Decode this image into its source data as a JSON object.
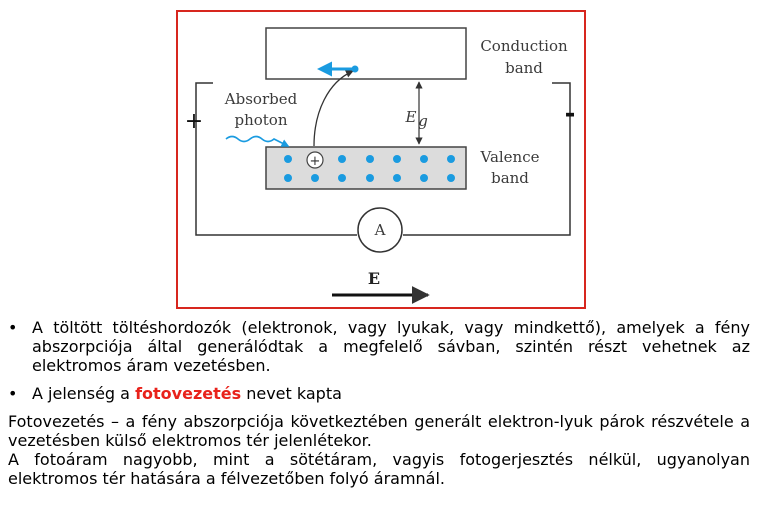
{
  "figure": {
    "labels": {
      "conduction_line1": "Conduction",
      "conduction_line2": "band",
      "valence_line1": "Valence",
      "valence_line2": "band",
      "absorbed_line1": "Absorbed",
      "absorbed_line2": "photon",
      "energy_gap": "E",
      "energy_gap_sub": "g",
      "ammeter": "A",
      "field": "E",
      "plus_terminal": "+",
      "minus_terminal": "-",
      "hole_symbol": "+"
    },
    "colors": {
      "frame": "#d7261e",
      "band_fill": "#dcdcdc",
      "band_stroke": "#444444",
      "electron": "#1a9be0",
      "wire": "#333333"
    }
  },
  "bullets": [
    {
      "marker": "•",
      "text": "A töltött töltéshordozók (elektronok, vagy lyukak, vagy mindkettő), amelyek a fény abszorpciója által generálódtak a megfelelő sávban, szintén részt vehetnek az elektromos áram vezetésben."
    },
    {
      "marker": "•",
      "prefix": "A jelenség a ",
      "highlight": "fotovezetés",
      "suffix": " nevet kapta"
    }
  ],
  "paragraphs": [
    "Fotovezetés – a fény abszorpciója következtében generált elektron-lyuk párok részvétele a vezetésben külső elektromos tér jelenlétekor.",
    "A fotoáram nagyobb, mint a sötétáram, vagyis fotogerjesztés nélkül, ugyanolyan elektromos tér hatására a félvezetőben folyó áramnál."
  ]
}
